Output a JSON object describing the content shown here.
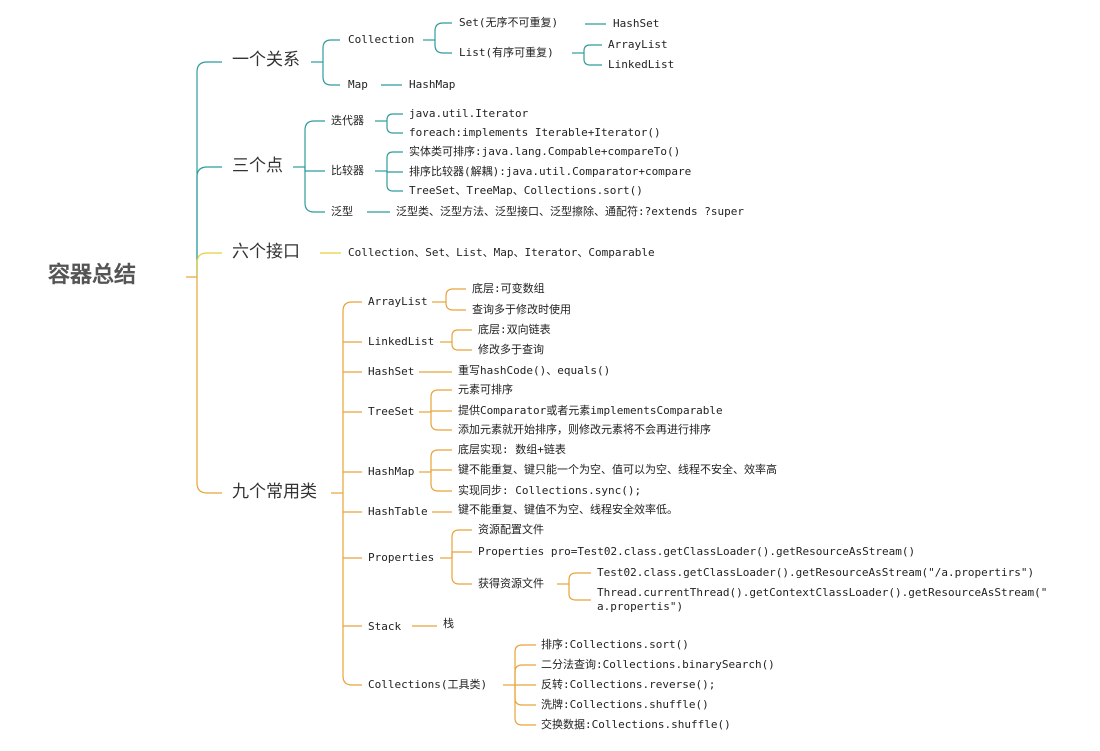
{
  "root": "容器总结",
  "colors": {
    "teal": "#2f9c9c",
    "yellow": "#e8cf3c",
    "orange": "#e8a33a"
  },
  "categories": {
    "relations": "一个关系",
    "points": "三个点",
    "interfaces": "六个接口",
    "classes": "九个常用类"
  },
  "relations": {
    "collection": "Collection",
    "set": "Set(无序不可重复)",
    "hashset": "HashSet",
    "list": "List(有序可重复)",
    "arraylist": "ArrayList",
    "linkedlist": "LinkedList",
    "map": "Map",
    "hashmap": "HashMap"
  },
  "points": {
    "iterator": "迭代器",
    "iter_1": "java.util.Iterator",
    "iter_2": "foreach:implements Iterable+Iterator()",
    "comparator": "比较器",
    "comp_1": "实体类可排序:java.lang.Compable+compareTo()",
    "comp_2": "排序比较器(解耦):java.util.Comparator+compare",
    "comp_3": "TreeSet、TreeMap、Collections.sort()",
    "generic": "泛型",
    "gen_1": "泛型类、泛型方法、泛型接口、泛型擦除、通配符:?extends  ?super"
  },
  "interfaces": {
    "list": "Collection、Set、List、Map、Iterator、Comparable"
  },
  "classes": {
    "arraylist": "ArrayList",
    "al_1": "底层:可变数组",
    "al_2": "查询多于修改时使用",
    "linkedlist": "LinkedList",
    "ll_1": "底层:双向链表",
    "ll_2": "修改多于查询",
    "hashset": "HashSet",
    "hs_1": "重写hashCode()、equals()",
    "treeset": "TreeSet",
    "ts_1": "元素可排序",
    "ts_2": "提供Comparator或者元素implementsComparable",
    "ts_3": "添加元素就开始排序，则修改元素将不会再进行排序",
    "hashmap": "HashMap",
    "hm_1": "底层实现: 数组+链表",
    "hm_2": "键不能重复、键只能一个为空、值可以为空、线程不安全、效率高",
    "hm_3": "实现同步: Collections.sync();",
    "hashtable": "HashTable",
    "ht_1": "键不能重复、键值不为空、线程安全效率低。",
    "properties": "Properties",
    "pr_1": "资源配置文件",
    "pr_2": "Properties pro=Test02.class.getClassLoader().getResourceAsStream()",
    "pr_3": "获得资源文件",
    "pr_3a": "Test02.class.getClassLoader().getResourceAsStream(\"/a.propertirs\")",
    "pr_3b_1": "Thread.currentThread().getContextClassLoader().getResourceAsStream(\"",
    "pr_3b_2": "a.propertis\")",
    "stack": "Stack",
    "st_1": "栈",
    "collections": "Collections(工具类)",
    "co_1": "排序:Collections.sort()",
    "co_2": "二分法查询:Collections.binarySearch()",
    "co_3": "反转:Collections.reverse();",
    "co_4": "洗牌:Collections.shuffle()",
    "co_5": "交换数据:Collections.shuffle()"
  }
}
